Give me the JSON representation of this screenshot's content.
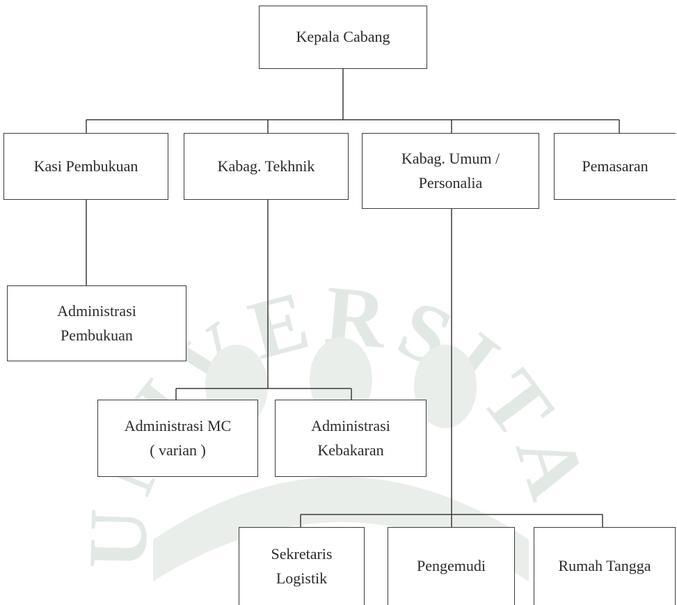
{
  "org_chart": {
    "root": {
      "lines": [
        "Kepala Cabang"
      ]
    },
    "kasi_pembukuan": {
      "lines": [
        "Kasi  Pembukuan"
      ]
    },
    "kabag_tekhnik": {
      "lines": [
        "Kabag. Tekhnik"
      ]
    },
    "kabag_umum": {
      "lines": [
        "Kabag. Umum /",
        "Personalia"
      ]
    },
    "pemasaran": {
      "lines": [
        "Pemasaran"
      ]
    },
    "administrasi_pembukuan": {
      "lines": [
        "Administrasi",
        "Pembukuan"
      ]
    },
    "administrasi_mc": {
      "lines": [
        "Administrasi MC",
        "( varian )"
      ]
    },
    "administrasi_kebakaran": {
      "lines": [
        "Administrasi",
        "Kebakaran"
      ]
    },
    "sekretaris_logistik": {
      "lines": [
        "Sekretaris",
        "Logistik"
      ]
    },
    "pengemudi": {
      "lines": [
        "Pengemudi"
      ]
    },
    "rumah_tangga": {
      "lines": [
        "Rumah Tangga"
      ]
    }
  },
  "watermark_text": "UNIVERSITAS",
  "colors": {
    "line": "#3a3a3a",
    "text": "#2b2b2b",
    "watermark": "#e4eae6"
  }
}
